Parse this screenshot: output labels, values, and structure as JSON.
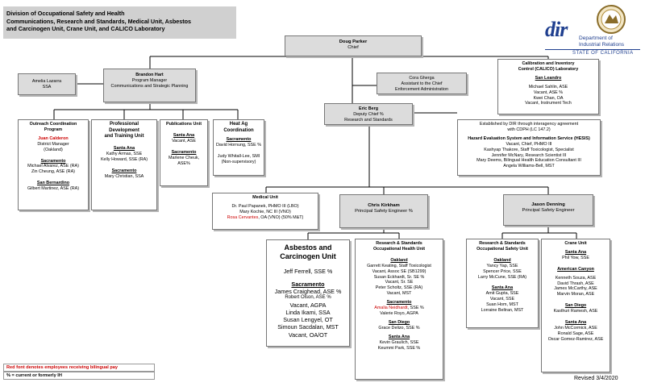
{
  "title": {
    "line1": "Division of Occupational Safety and Health",
    "line2": "Communications, Research and Standards, Medical Unit, Asbestos",
    "line3": "and Carcinogen Unit, Crane Unit, and CALICO Laboratory"
  },
  "logo": {
    "mark": "dir",
    "line1": "Department of",
    "line2": "Industrial Relations",
    "state": "STATE OF CALIFORNIA",
    "seal_icon": "california-seal-icon"
  },
  "chief": {
    "name": "Doug Parker",
    "title": "Chief"
  },
  "calico": {
    "title1": "Calibration and Inventory",
    "title2": "Control (CALICO) Laboratory",
    "location": "San Leandro",
    "staff": [
      "Michael Sahlin, ASE",
      "Vacant, ASE %",
      "Kwei Chan, OA",
      "Vacant, Instrument Tech"
    ]
  },
  "cora": {
    "name": "Cora Gherga",
    "title1": "Assistant to the Chief",
    "title2": "Enforcement Administration"
  },
  "brandon": {
    "name": "Brandon Hart",
    "title1": "Program Manager",
    "title2": "Communications and Strategic Planning"
  },
  "amelia": {
    "name": "Amelia Lazarra",
    "title": "SSA"
  },
  "eric": {
    "name": "Eric Berg",
    "title1": "Deputy Chief %",
    "title2": "Research and Standards"
  },
  "hesis": {
    "note1": "Established by DIR through interagency agreement",
    "note2": "with CDPH (LC 147.2)",
    "title": "Hazard Evaluation System and Information Service (HESIS)",
    "staff": [
      "Vacant, Chief, PHMO III",
      "Kashyap Thakore, Staff Toxicologist, Specialist",
      "Jennifer McNary, Research Scientist III",
      "Mary Deems, Bilingual Health Education Consultant III",
      "Angela Williams-Bell, MST"
    ]
  },
  "outreach": {
    "title1": "Outreach Coordination",
    "title2": "Program",
    "manager": "Juan Calderon",
    "manager_title": "District Manager",
    "manager_loc": "(Oakland)",
    "loc1": "Sacramento",
    "loc1_staff": [
      "Michael Alvarez, ASE (RA)",
      "Zin Cheung, ASE (RA)"
    ],
    "loc2": "San Bernardino",
    "loc2_staff": [
      "Gilbert Martinez, ASE (RA)"
    ]
  },
  "professional": {
    "title1": "Professional",
    "title2": "Development",
    "title3": "and Training Unit",
    "loc1": "Santa Ana",
    "loc1_staff": [
      "Kathy Armas, SSE",
      "Kelly Howard, SSE (RA)"
    ],
    "loc2": "Sacramento",
    "loc2_staff": [
      "Mary Christian, SSA"
    ]
  },
  "publications": {
    "title": "Publications Unit",
    "loc1": "Santa Ana",
    "loc1_staff": [
      "Vacant, ASE"
    ],
    "loc2": "Sacramento",
    "loc2_staff": [
      "Marlene Cheuk,",
      "ASE%"
    ]
  },
  "heatag": {
    "title1": "Heat Ag",
    "title2": "Coordination",
    "loc1": "Sacramento",
    "loc1_staff": [
      "David Hornung, SSE %"
    ],
    "staff2": [
      "Judy Whitall-Lee, SMI",
      "(Non-supervisory)"
    ]
  },
  "medical": {
    "title": "Medical Unit",
    "staff": [
      "Dr. Paul Papanek, PHMO III (LBO)",
      "Mary Kochie, NC III (VNO)"
    ],
    "red_staff": "Rosa Cervantes",
    "red_rest": ", OA (VNO)  (50% M&T)"
  },
  "chris": {
    "name": "Chris Kirkham",
    "title": "Principal Safety Engineer %"
  },
  "jason": {
    "name": "Jason Denning",
    "title": "Principal Safety Engineer"
  },
  "asbestos": {
    "title1": "Asbestos and",
    "title2": "Carcinogen Unit",
    "lead": "Jeff Ferrell, SSE %",
    "loc": "Sacramento",
    "staff": [
      "James Craighead, ASE %",
      "Robert Olson, ASE %",
      "Vacant, AGPA",
      "Linda Ikami, SSA",
      "Susan Lengyel, OT",
      "Simoun Sacdalan, MST",
      "Vacant, OA/OT"
    ]
  },
  "rs_health": {
    "title1": "Research & Standards",
    "title2": "Occupational Health Unit",
    "loc1": "Oakland",
    "loc1_staff": [
      "Garrett Keating, Staff Toxicologist",
      "Vacant, Assoc SE (SB1299)",
      "Susan Eckhardt, Sr. SE %",
      "Vacant, Sr. SE",
      "Peter Scholtz, SSE (RA)",
      "Vacant, MST"
    ],
    "loc2": "Sacramento",
    "loc2_red": "Amalia Neidhardt",
    "loc2_red_rest": ", SSE %",
    "loc2_staff": [
      "Valerie Royo, AGPA"
    ],
    "loc3": "San Diego",
    "loc3_staff": [
      "Grace Delizo, SSE %"
    ],
    "loc4": "Santa Ana",
    "loc4_staff": [
      "Kevin Graulich, SSE",
      "Keummi Park, SSE %"
    ]
  },
  "rs_safety": {
    "title1": "Research & Standards",
    "title2": "Occupational Safety Unit",
    "loc1": "Oakland",
    "loc1_staff": [
      "Yancy Yap, SSE",
      "Spencer Price, SSE",
      "Larry McCune, SSE (RA)"
    ],
    "loc2": "Santa Ana",
    "loc2_staff": [
      "Amit Gupta, SSE",
      "Vacant, SSE",
      "Suan Hom, MST",
      "Lorraine Beltran, MST"
    ]
  },
  "crane": {
    "title": "Crane Unit",
    "loc1": "Santa Ana",
    "loc1_staff": [
      "Phil Yow, SSE"
    ],
    "loc2": "American Canyon",
    "loc2_staff": [
      "Kenneth Souza, ASE",
      "David Thrash, ASE",
      "James McCarthy, ASE",
      "Marvin Moran, ASE"
    ],
    "loc3": "San Diego",
    "loc3_staff": [
      "Kasthuri Ramesh, ASE"
    ],
    "loc4": "Santa Ana",
    "loc4_staff": [
      "John McCormick, ASE",
      "Ronald Sage, ASE",
      "Oscar Gomez-Ramirez, ASE"
    ]
  },
  "legend": {
    "red_note": "Red font denotes employees receiving bilingual pay",
    "pct_note": "% = current or formerly IH"
  },
  "revised": "Revised 3/4/2020"
}
